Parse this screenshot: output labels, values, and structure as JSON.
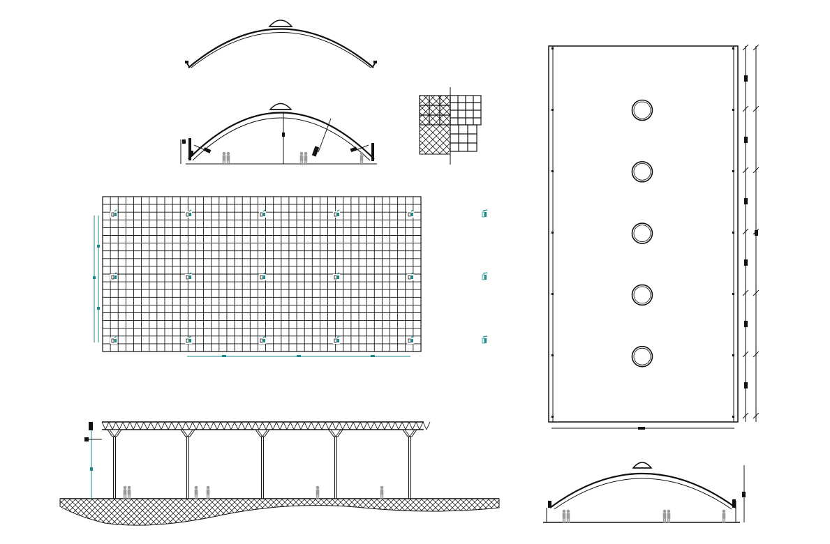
{
  "drawing": {
    "views": [
      "top-dome-elevation",
      "dome-section-with-figures",
      "space-frame-node-detail",
      "space-frame-grid-plan",
      "roof-plan",
      "column-frame-elevation",
      "dome-side-elevation"
    ],
    "plan_grid": {
      "columns": 41,
      "rows": 20
    },
    "roof_plan": {
      "skylights": 5
    },
    "frame": {
      "columns": 5
    },
    "colors": {
      "lines": "#111111",
      "dimensions": "#1a8a8a",
      "figures": "#9a9a9a",
      "background": "#ffffff"
    }
  }
}
